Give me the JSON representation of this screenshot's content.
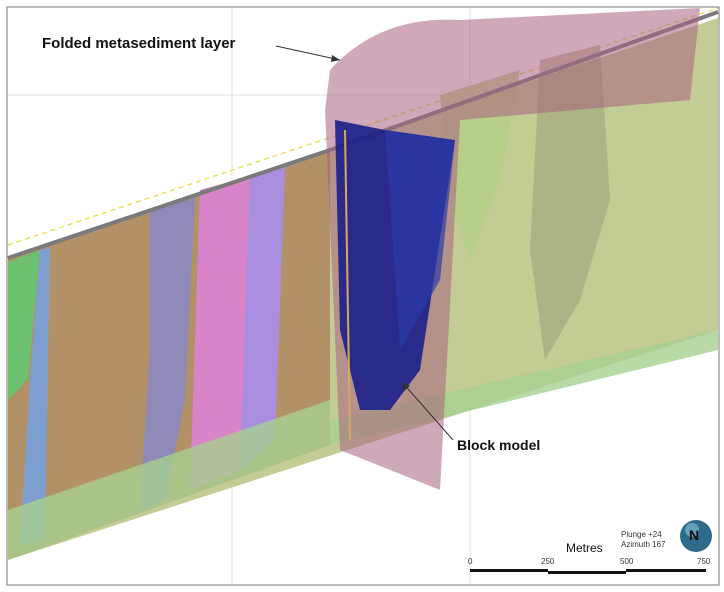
{
  "annotations": {
    "folded_layer": "Folded metasediment layer",
    "block_model": "Block model"
  },
  "view": {
    "plunge": "Plunge +24",
    "azimuth": "Azimuth 167",
    "compass_letter": "N"
  },
  "scale_bar": {
    "unit": "Metres",
    "ticks": [
      "0",
      "250",
      "500",
      "750"
    ]
  },
  "colors": {
    "slab_green": "#b9c98a",
    "metasediment": "#b0708a",
    "block_model": "#1a1f8a",
    "surface": "#7a7a7a"
  }
}
